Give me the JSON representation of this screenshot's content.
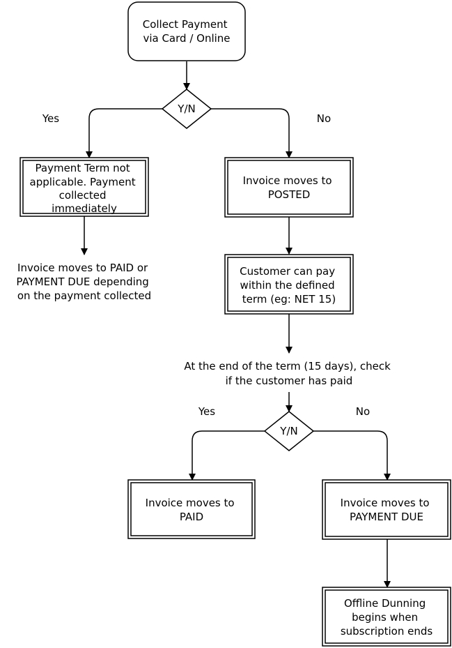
{
  "nodes": {
    "start": {
      "lines": [
        "Collect Payment",
        "via Card / Online"
      ]
    },
    "decision1": {
      "label": "Y/N",
      "yes": "Yes",
      "no": "No"
    },
    "term_na": {
      "lines": [
        "Payment Term not",
        "applicable. Payment",
        "collected",
        "immediately"
      ]
    },
    "paid_or_due": {
      "lines": [
        "Invoice moves to PAID or",
        "PAYMENT DUE depending",
        "on the payment collected"
      ]
    },
    "posted": {
      "lines": [
        "Invoice moves to",
        "POSTED"
      ]
    },
    "customer_term": {
      "lines": [
        "Customer can pay",
        "within the defined",
        "term (eg: NET 15)"
      ]
    },
    "term_end": {
      "lines": [
        "At the end of the term (15 days), check",
        "if the customer has paid"
      ]
    },
    "decision2": {
      "label": "Y/N",
      "yes": "Yes",
      "no": "No"
    },
    "paid": {
      "lines": [
        "Invoice moves to",
        "PAID"
      ]
    },
    "payment_due": {
      "lines": [
        "Invoice moves to",
        "PAYMENT DUE"
      ]
    },
    "dunning": {
      "lines": [
        "Offline Dunning",
        "begins when",
        "subscription ends"
      ]
    }
  }
}
